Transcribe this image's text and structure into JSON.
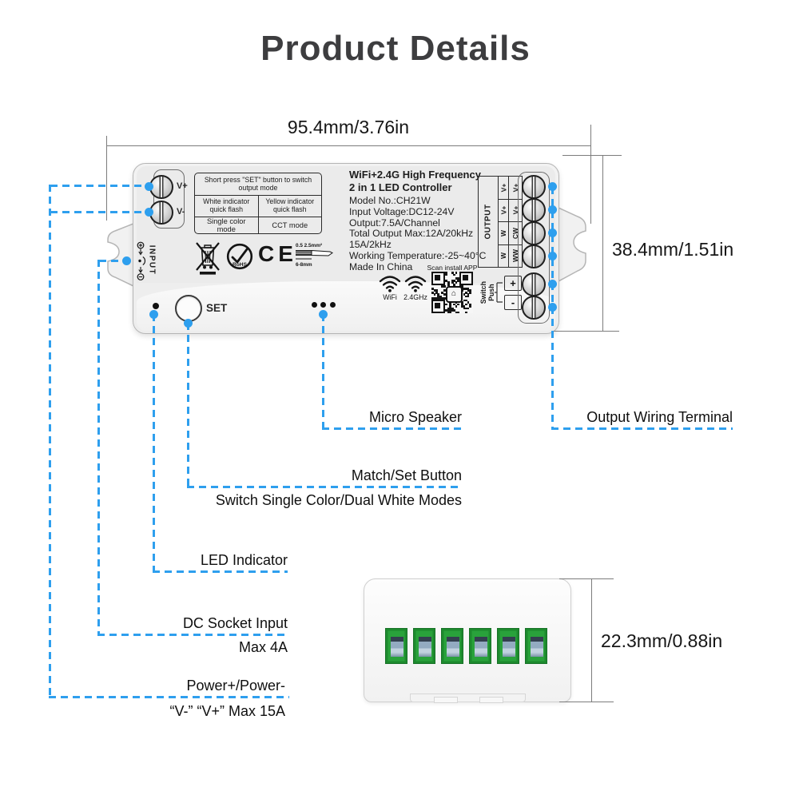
{
  "title": "Product Details",
  "accent_color": "#2e9fee",
  "terminal_green": "#29a23b",
  "dimensions": {
    "width_label": "95.4mm/3.76in",
    "height_label": "38.4mm/1.51in",
    "thickness_label": "22.3mm/0.88in"
  },
  "device": {
    "input_terminals": [
      "V+",
      "V-"
    ],
    "input_label": "INPUT",
    "mode_table": {
      "header": "Short press \"SET\" button to switch output mode",
      "rows": [
        [
          "White indicator quick flash",
          "Yellow indicator quick flash"
        ],
        [
          "Single color mode",
          "CCT mode"
        ]
      ]
    },
    "info_title_line1": "WiFi+2.4G High Frequency",
    "info_title_line2": "2 in 1 LED Controller",
    "info_lines": [
      "Model No.:CH21W",
      "Input Voltage:DC12-24V",
      "Output:7.5A/Channel",
      "Total Output Max:12A/20kHz",
      "15A/2kHz",
      "Working Temperature:-25~40°C",
      "Made In China"
    ],
    "rohs_label": "RoHS",
    "ce_label": "CE",
    "wire_spec_top": "0.5 2.5mm²",
    "wire_spec_bottom": "6-8mm",
    "wifi_label": "WiFi",
    "freq_label": "2.4GHz",
    "qr_caption": "Scan install APP",
    "set_button_label": "SET",
    "output_table": {
      "header": "OUTPUT",
      "col_inner": [
        "V+",
        "V+",
        "W",
        "W"
      ],
      "col_outer": [
        "V+",
        "V+",
        "CW",
        "WW"
      ]
    },
    "switch_push_label": "Switch Push",
    "push_plus": "+",
    "push_minus": "-"
  },
  "callouts": {
    "micro_speaker": "Micro Speaker",
    "output_wiring_terminal": "Output Wiring Terminal",
    "match_set_button": "Match/Set Button",
    "match_set_sub": "Switch Single Color/Dual White Modes",
    "led_indicator": "LED Indicator",
    "dc_socket": "DC Socket Input",
    "dc_socket_sub": "Max 4A",
    "power": "Power+/Power-",
    "power_sub": "“V-” “V+” Max 15A"
  }
}
